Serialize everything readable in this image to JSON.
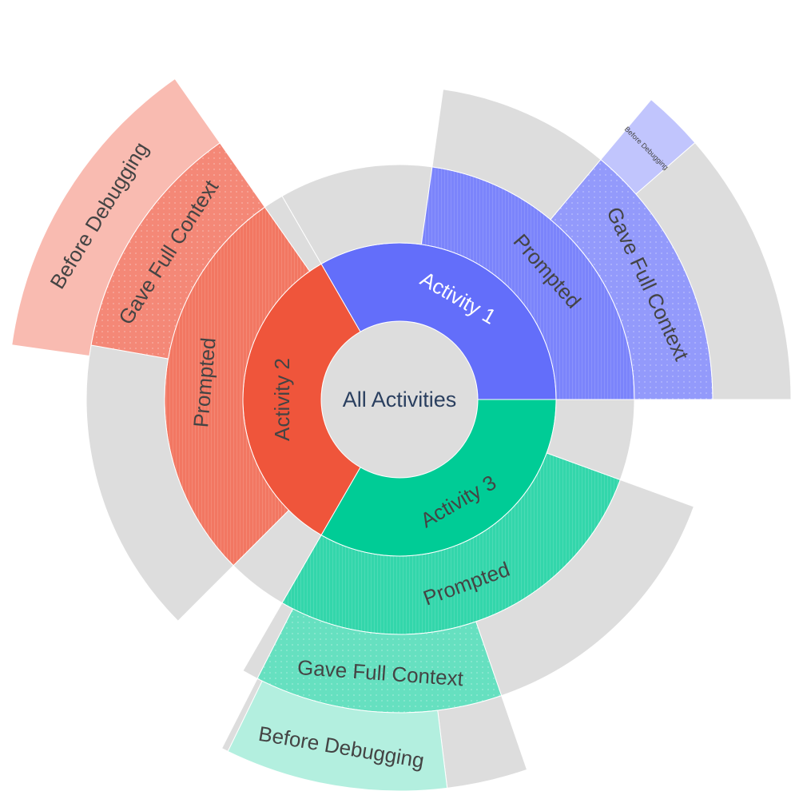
{
  "chart_data": {
    "type": "sunburst",
    "root": {
      "label": "All Activities"
    },
    "remainder_color": "#dddddd",
    "activities": [
      {
        "label": "Activity 1",
        "color": "#636efa",
        "start_deg": 0,
        "end_deg": 120,
        "levels": [
          {
            "label": "Prompted",
            "color": "#7b84fb",
            "start_deg": 0,
            "end_deg": 82
          },
          {
            "label": "Gave Full Context",
            "color": "#939afb",
            "start_deg": 0,
            "end_deg": 50
          },
          {
            "label": "Before Debugging",
            "color": "#c1c5fd",
            "start_deg": 41,
            "end_deg": 50
          }
        ]
      },
      {
        "label": "Activity 3",
        "color": "#00cc96",
        "start_deg": 240,
        "end_deg": 360,
        "levels": [
          {
            "label": "Prompted",
            "color": "#33d6ab",
            "start_deg": 240,
            "end_deg": 340
          },
          {
            "label": "Gave Full Context",
            "color": "#66e0c0",
            "start_deg": 243,
            "end_deg": 289
          },
          {
            "label": "Before Debugging",
            "color": "#b3efdf",
            "start_deg": 244,
            "end_deg": 277
          }
        ]
      },
      {
        "label": "Activity 2",
        "color": "#ef553b",
        "start_deg": 120,
        "end_deg": 240,
        "levels": [
          {
            "label": "Prompted",
            "color": "#f27762",
            "start_deg": 125,
            "end_deg": 225
          },
          {
            "label": "Gave Full Context",
            "color": "#f48877",
            "start_deg": 125,
            "end_deg": 170
          },
          {
            "label": "Before Debugging",
            "color": "#f9bbb1",
            "start_deg": 125,
            "end_deg": 172
          }
        ]
      }
    ]
  }
}
